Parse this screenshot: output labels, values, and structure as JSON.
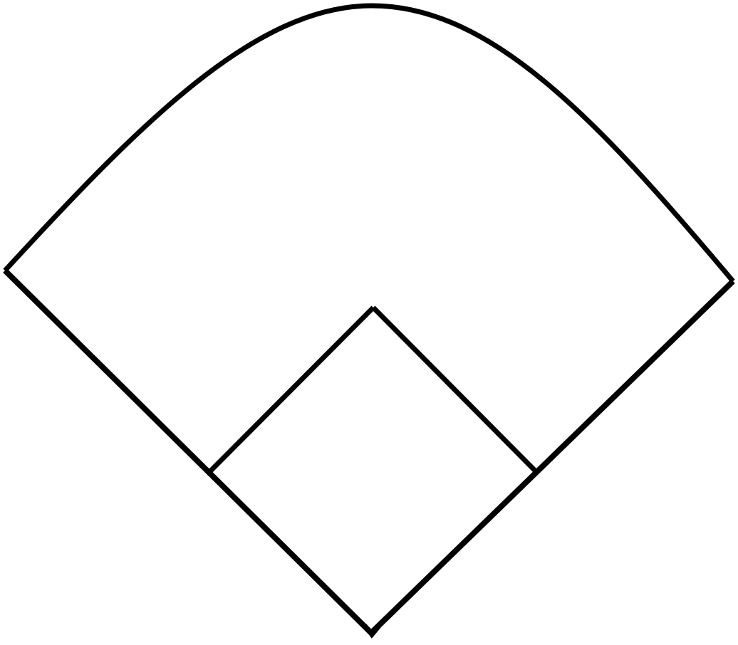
{
  "diagram": {
    "subject": "baseball-field-outline",
    "stroke_color": "#000000",
    "background_color": "#ffffff",
    "parts": [
      {
        "name": "outfield-arc-line"
      },
      {
        "name": "left-foul-line"
      },
      {
        "name": "right-foul-line"
      },
      {
        "name": "infield-left-line"
      },
      {
        "name": "infield-right-line"
      }
    ]
  }
}
